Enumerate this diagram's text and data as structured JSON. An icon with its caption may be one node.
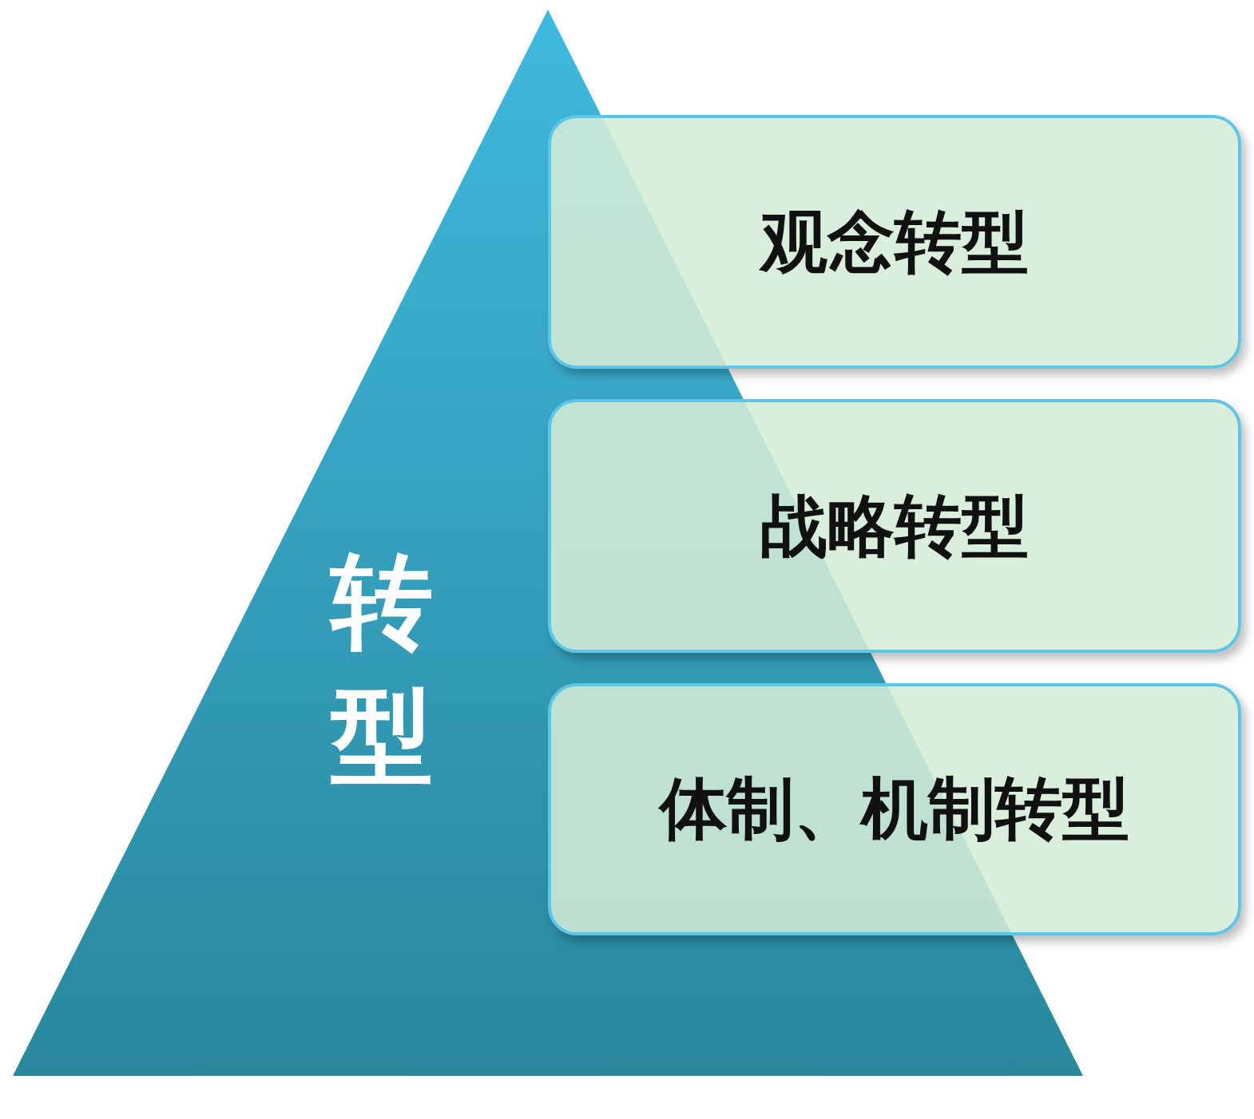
{
  "diagram": {
    "nodes": [
      {
        "text": [
          "转型"
        ]
      },
      {
        "text": [
          "观念转型"
        ]
      },
      {
        "text": [
          "战略转型"
        ]
      },
      {
        "text": [
          "体制、机制转型"
        ]
      }
    ]
  }
}
